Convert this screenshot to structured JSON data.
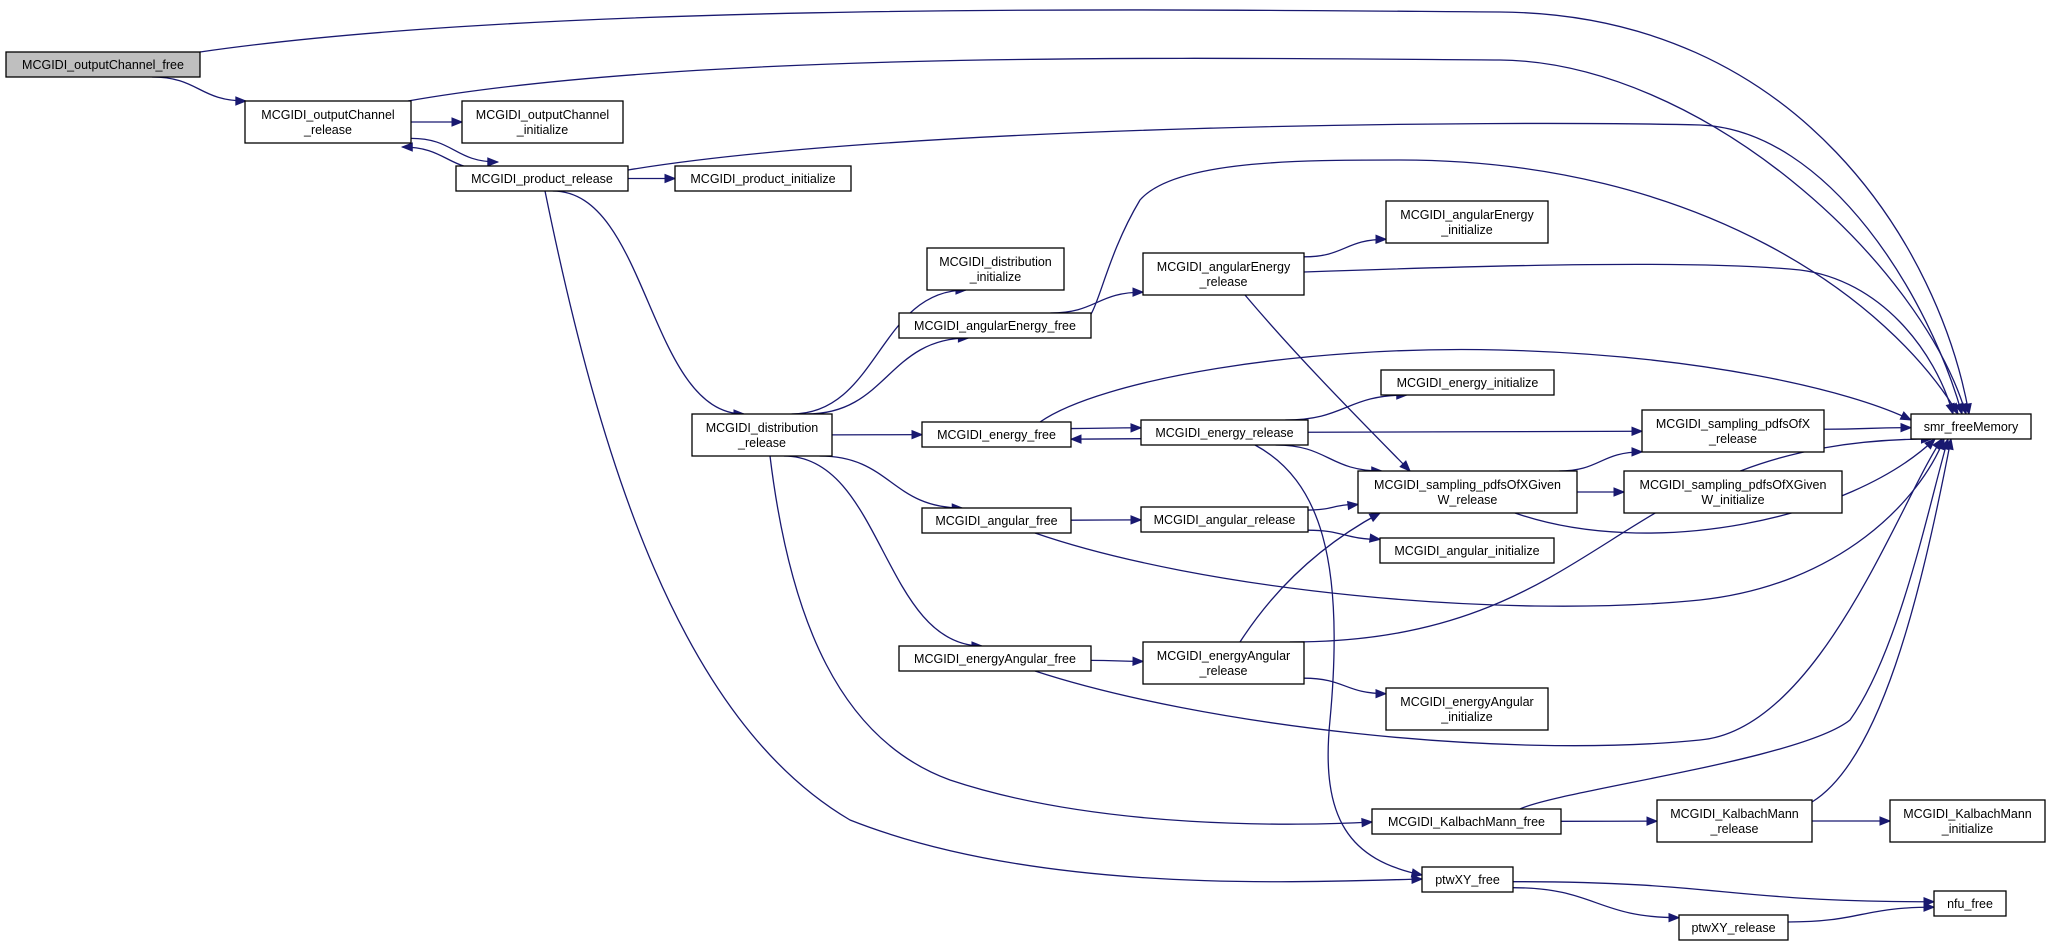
{
  "graph": {
    "title": "",
    "nodes": [
      {
        "id": "n0",
        "lines": [
          "MCGIDI_outputChannel_free"
        ],
        "root": true
      },
      {
        "id": "n1",
        "lines": [
          "MCGIDI_outputChannel",
          "_release"
        ]
      },
      {
        "id": "n2",
        "lines": [
          "MCGIDI_outputChannel",
          "_initialize"
        ]
      },
      {
        "id": "n3",
        "lines": [
          "MCGIDI_product_release"
        ]
      },
      {
        "id": "n4",
        "lines": [
          "MCGIDI_product_initialize"
        ]
      },
      {
        "id": "n5",
        "lines": [
          "MCGIDI_distribution",
          "_initialize"
        ]
      },
      {
        "id": "n6",
        "lines": [
          "MCGIDI_angularEnergy_free"
        ]
      },
      {
        "id": "n7",
        "lines": [
          "MCGIDI_angularEnergy",
          "_release"
        ]
      },
      {
        "id": "n8",
        "lines": [
          "MCGIDI_angularEnergy",
          "_initialize"
        ]
      },
      {
        "id": "n9",
        "lines": [
          "MCGIDI_energy_initialize"
        ]
      },
      {
        "id": "n10",
        "lines": [
          "MCGIDI_distribution",
          "_release"
        ]
      },
      {
        "id": "n11",
        "lines": [
          "MCGIDI_energy_free"
        ]
      },
      {
        "id": "n12",
        "lines": [
          "MCGIDI_energy_release"
        ]
      },
      {
        "id": "n13",
        "lines": [
          "MCGIDI_sampling_pdfsOfX",
          "_release"
        ]
      },
      {
        "id": "n14",
        "lines": [
          "smr_freeMemory"
        ]
      },
      {
        "id": "n15",
        "lines": [
          "MCGIDI_sampling_pdfsOfXGiven",
          "W_release"
        ]
      },
      {
        "id": "n16",
        "lines": [
          "MCGIDI_sampling_pdfsOfXGiven",
          "W_initialize"
        ]
      },
      {
        "id": "n17",
        "lines": [
          "MCGIDI_angular_free"
        ]
      },
      {
        "id": "n18",
        "lines": [
          "MCGIDI_angular_release"
        ]
      },
      {
        "id": "n19",
        "lines": [
          "MCGIDI_angular_initialize"
        ]
      },
      {
        "id": "n20",
        "lines": [
          "MCGIDI_energyAngular_free"
        ]
      },
      {
        "id": "n21",
        "lines": [
          "MCGIDI_energyAngular",
          "_release"
        ]
      },
      {
        "id": "n22",
        "lines": [
          "MCGIDI_energyAngular",
          "_initialize"
        ]
      },
      {
        "id": "n23",
        "lines": [
          "MCGIDI_KalbachMann_free"
        ]
      },
      {
        "id": "n24",
        "lines": [
          "MCGIDI_KalbachMann",
          "_release"
        ]
      },
      {
        "id": "n25",
        "lines": [
          "MCGIDI_KalbachMann",
          "_initialize"
        ]
      },
      {
        "id": "n26",
        "lines": [
          "ptwXY_free"
        ]
      },
      {
        "id": "n27",
        "lines": [
          "nfu_free"
        ]
      },
      {
        "id": "n28",
        "lines": [
          "ptwXY_release"
        ]
      }
    ],
    "edges": [
      {
        "from": "n0",
        "to": "n1"
      },
      {
        "from": "n0",
        "to": "n14"
      },
      {
        "from": "n1",
        "to": "n2"
      },
      {
        "from": "n1",
        "to": "n3"
      },
      {
        "from": "n1",
        "to": "n14"
      },
      {
        "from": "n3",
        "to": "n1"
      },
      {
        "from": "n3",
        "to": "n4"
      },
      {
        "from": "n3",
        "to": "n10"
      },
      {
        "from": "n3",
        "to": "n26"
      },
      {
        "from": "n3",
        "to": "n14"
      },
      {
        "from": "n10",
        "to": "n5"
      },
      {
        "from": "n10",
        "to": "n6"
      },
      {
        "from": "n10",
        "to": "n11"
      },
      {
        "from": "n10",
        "to": "n17"
      },
      {
        "from": "n10",
        "to": "n20"
      },
      {
        "from": "n10",
        "to": "n23"
      },
      {
        "from": "n6",
        "to": "n7"
      },
      {
        "from": "n6",
        "to": "n14"
      },
      {
        "from": "n7",
        "to": "n8"
      },
      {
        "from": "n7",
        "to": "n14"
      },
      {
        "from": "n7",
        "to": "n15"
      },
      {
        "from": "n11",
        "to": "n12"
      },
      {
        "from": "n11",
        "to": "n14"
      },
      {
        "from": "n12",
        "to": "n11"
      },
      {
        "from": "n12",
        "to": "n9"
      },
      {
        "from": "n12",
        "to": "n13"
      },
      {
        "from": "n12",
        "to": "n15"
      },
      {
        "from": "n12",
        "to": "n26"
      },
      {
        "from": "n13",
        "to": "n14"
      },
      {
        "from": "n15",
        "to": "n13"
      },
      {
        "from": "n15",
        "to": "n16"
      },
      {
        "from": "n15",
        "to": "n14"
      },
      {
        "from": "n17",
        "to": "n18"
      },
      {
        "from": "n17",
        "to": "n14"
      },
      {
        "from": "n18",
        "to": "n15"
      },
      {
        "from": "n18",
        "to": "n19"
      },
      {
        "from": "n20",
        "to": "n21"
      },
      {
        "from": "n20",
        "to": "n14"
      },
      {
        "from": "n21",
        "to": "n15"
      },
      {
        "from": "n21",
        "to": "n22"
      },
      {
        "from": "n21",
        "to": "n14"
      },
      {
        "from": "n23",
        "to": "n24"
      },
      {
        "from": "n23",
        "to": "n14"
      },
      {
        "from": "n24",
        "to": "n25"
      },
      {
        "from": "n24",
        "to": "n14"
      },
      {
        "from": "n26",
        "to": "n27"
      },
      {
        "from": "n26",
        "to": "n28"
      },
      {
        "from": "n28",
        "to": "n27"
      }
    ]
  },
  "colors": {
    "edge": "#191970",
    "root_fill": "#bfbfbf",
    "node_fill": "#ffffff",
    "node_border": "#000000"
  }
}
